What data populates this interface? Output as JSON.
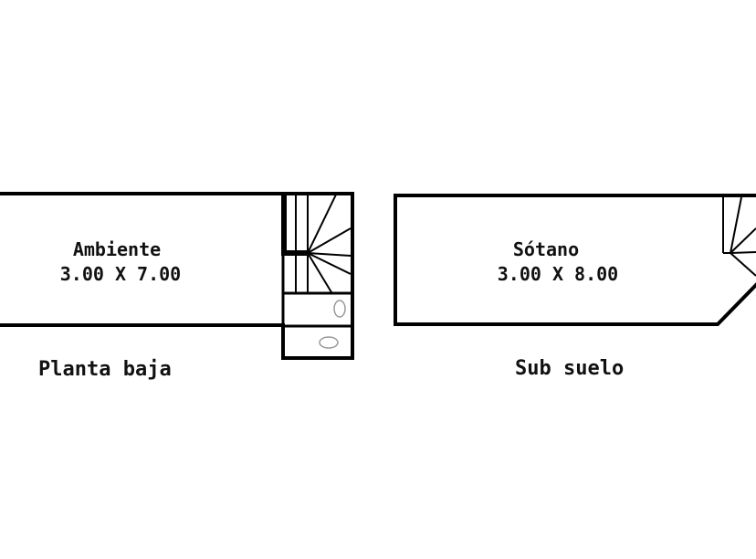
{
  "ground_floor": {
    "room_name": "Ambiente",
    "room_size": "3.00 X 7.00",
    "caption": "Planta baja"
  },
  "basement": {
    "room_name": "Sótano",
    "room_size": "3.00 X 8.00",
    "caption": "Sub suelo"
  },
  "colors": {
    "line": "#000000",
    "background": "#ffffff"
  }
}
